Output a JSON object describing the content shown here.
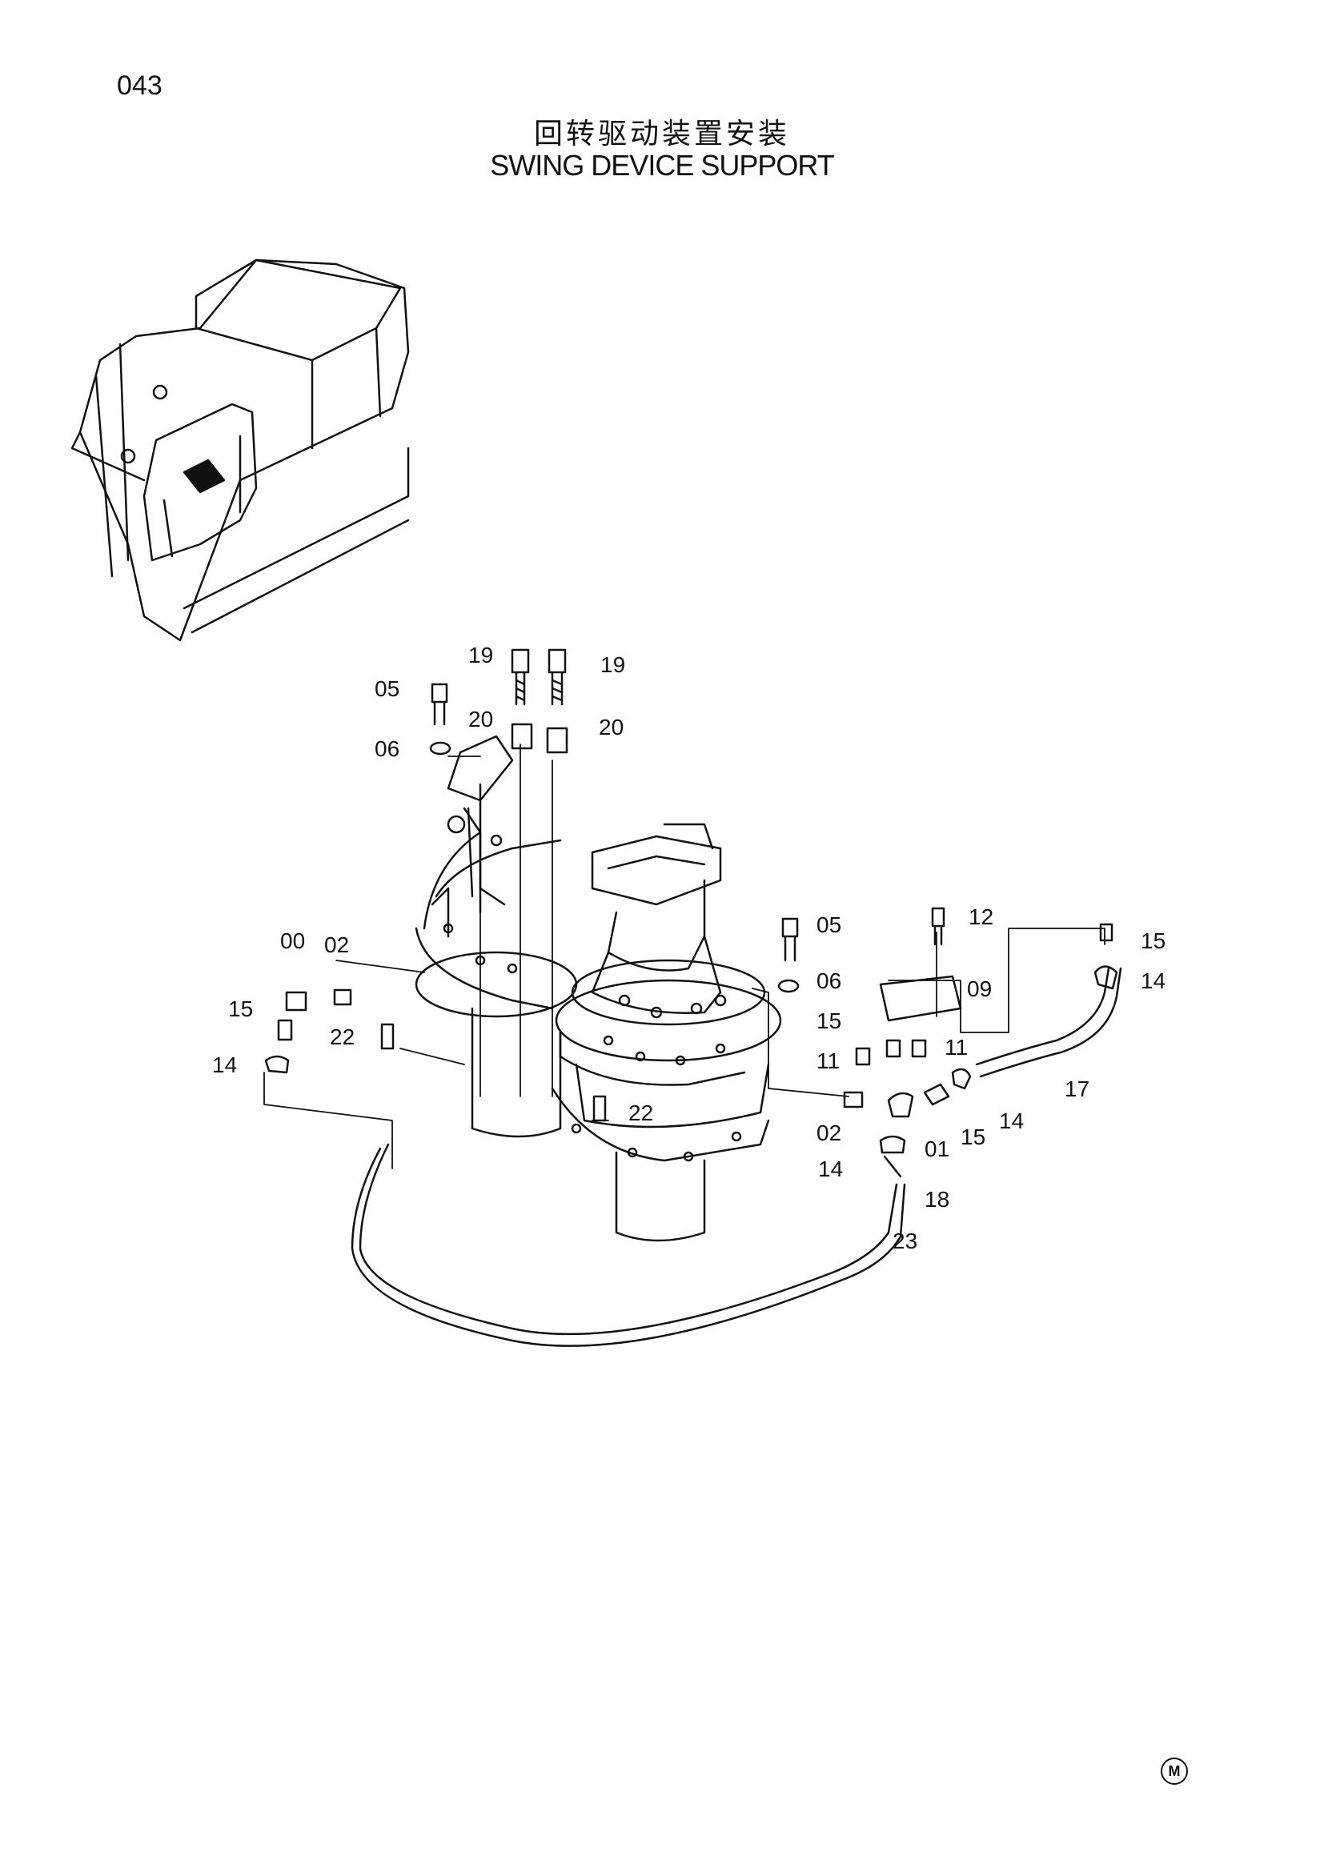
{
  "page": {
    "number": "043",
    "title_cn": "回转驱动装置安装",
    "title_en": "SWING DEVICE SUPPORT",
    "corner_mark": "M"
  },
  "callouts": {
    "c19a": "19",
    "c19b": "19",
    "c05a": "05",
    "c05b": "05",
    "c20a": "20",
    "c20b": "20",
    "c06a": "06",
    "c06b": "06",
    "c12": "12",
    "c15a": "15",
    "c15b": "15",
    "c15c": "15",
    "c15d": "15",
    "c14a": "14",
    "c14b": "14",
    "c14c": "14",
    "c14d": "14",
    "c00": "00",
    "c02a": "02",
    "c02b": "02",
    "c09": "09",
    "c11a": "11",
    "c11b": "11",
    "c22a": "22",
    "c22b": "22",
    "c17": "17",
    "c01": "01",
    "c18": "18",
    "c23": "23"
  }
}
